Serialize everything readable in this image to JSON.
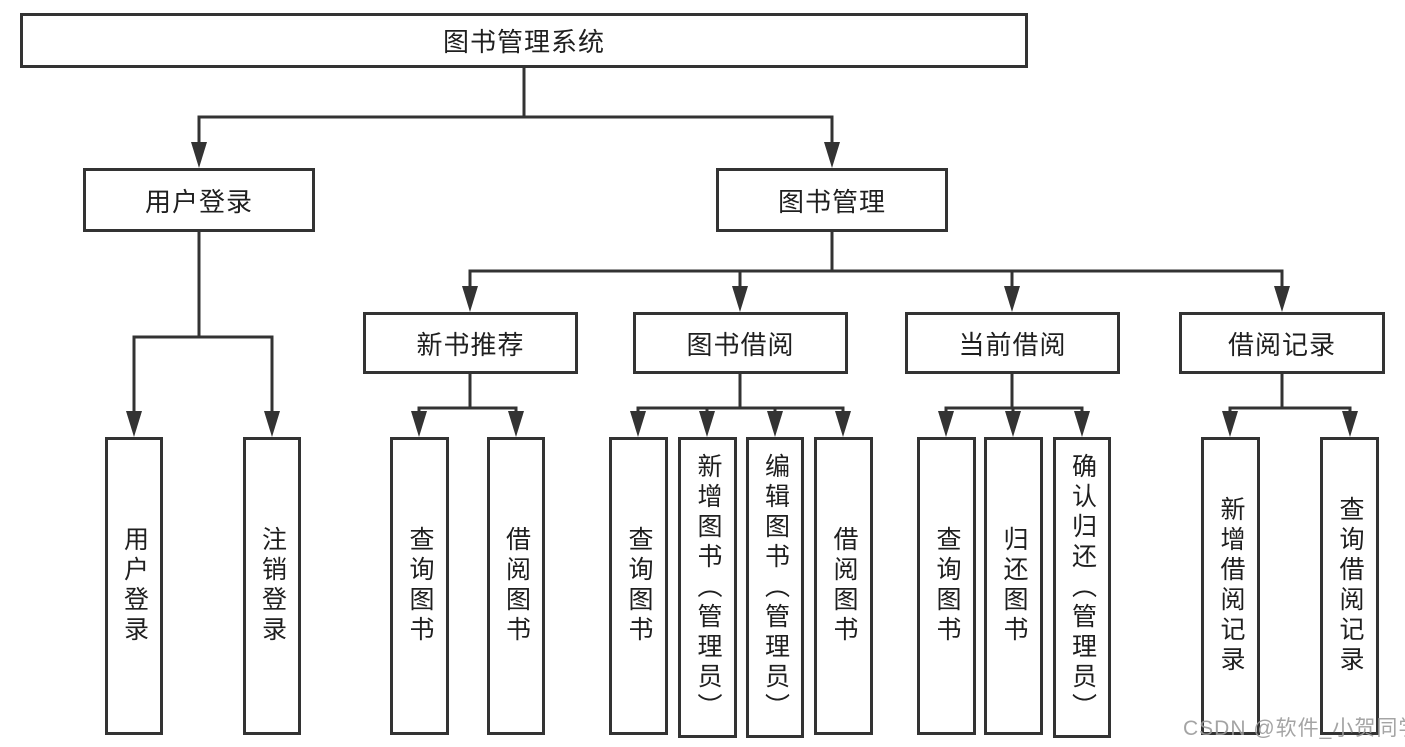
{
  "colors": {
    "line": "#333333",
    "text": "#1f1f1f",
    "watermark": "#9b9b9b",
    "background": "#ffffff"
  },
  "watermark": "CSDN @软件_小贺同学",
  "nodes": {
    "root": "图书管理系统",
    "user_login": "用户登录",
    "book_mgmt": "图书管理",
    "new_book_rec": "新书推荐",
    "book_borrow": "图书借阅",
    "current_borrow": "当前借阅",
    "borrow_records": "借阅记录",
    "leaf_user_login": "用户登录",
    "leaf_logout": "注销登录",
    "leaf_query_book_rec": "查询图书",
    "leaf_borrow_book_rec": "借阅图书",
    "leaf_query_book_borrow": "查询图书",
    "leaf_add_book": "新增图书（管理员）",
    "leaf_edit_book": "编辑图书（管理员）",
    "leaf_borrow_book_borrow": "借阅图书",
    "leaf_query_book_current": "查询图书",
    "leaf_return_book": "归还图书",
    "leaf_confirm_return": "确认归还（管理员）",
    "leaf_add_borrow_record": "新增借阅记录",
    "leaf_query_borrow_record": "查询借阅记录"
  }
}
